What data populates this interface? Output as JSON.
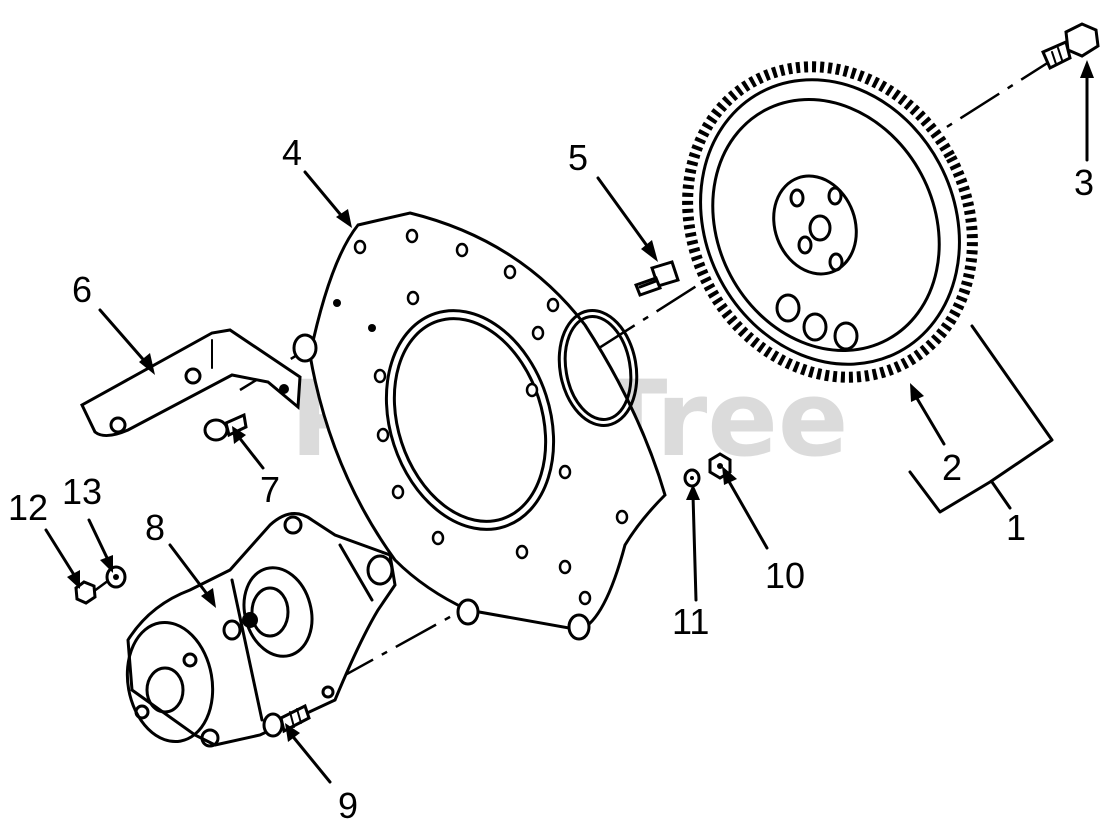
{
  "watermark": "PartsTree",
  "callouts": {
    "c1": "1",
    "c2": "2",
    "c3": "3",
    "c4": "4",
    "c5": "5",
    "c6": "6",
    "c7": "7",
    "c8": "8",
    "c9": "9",
    "c10": "10",
    "c11": "11",
    "c12": "12",
    "c13": "13"
  }
}
